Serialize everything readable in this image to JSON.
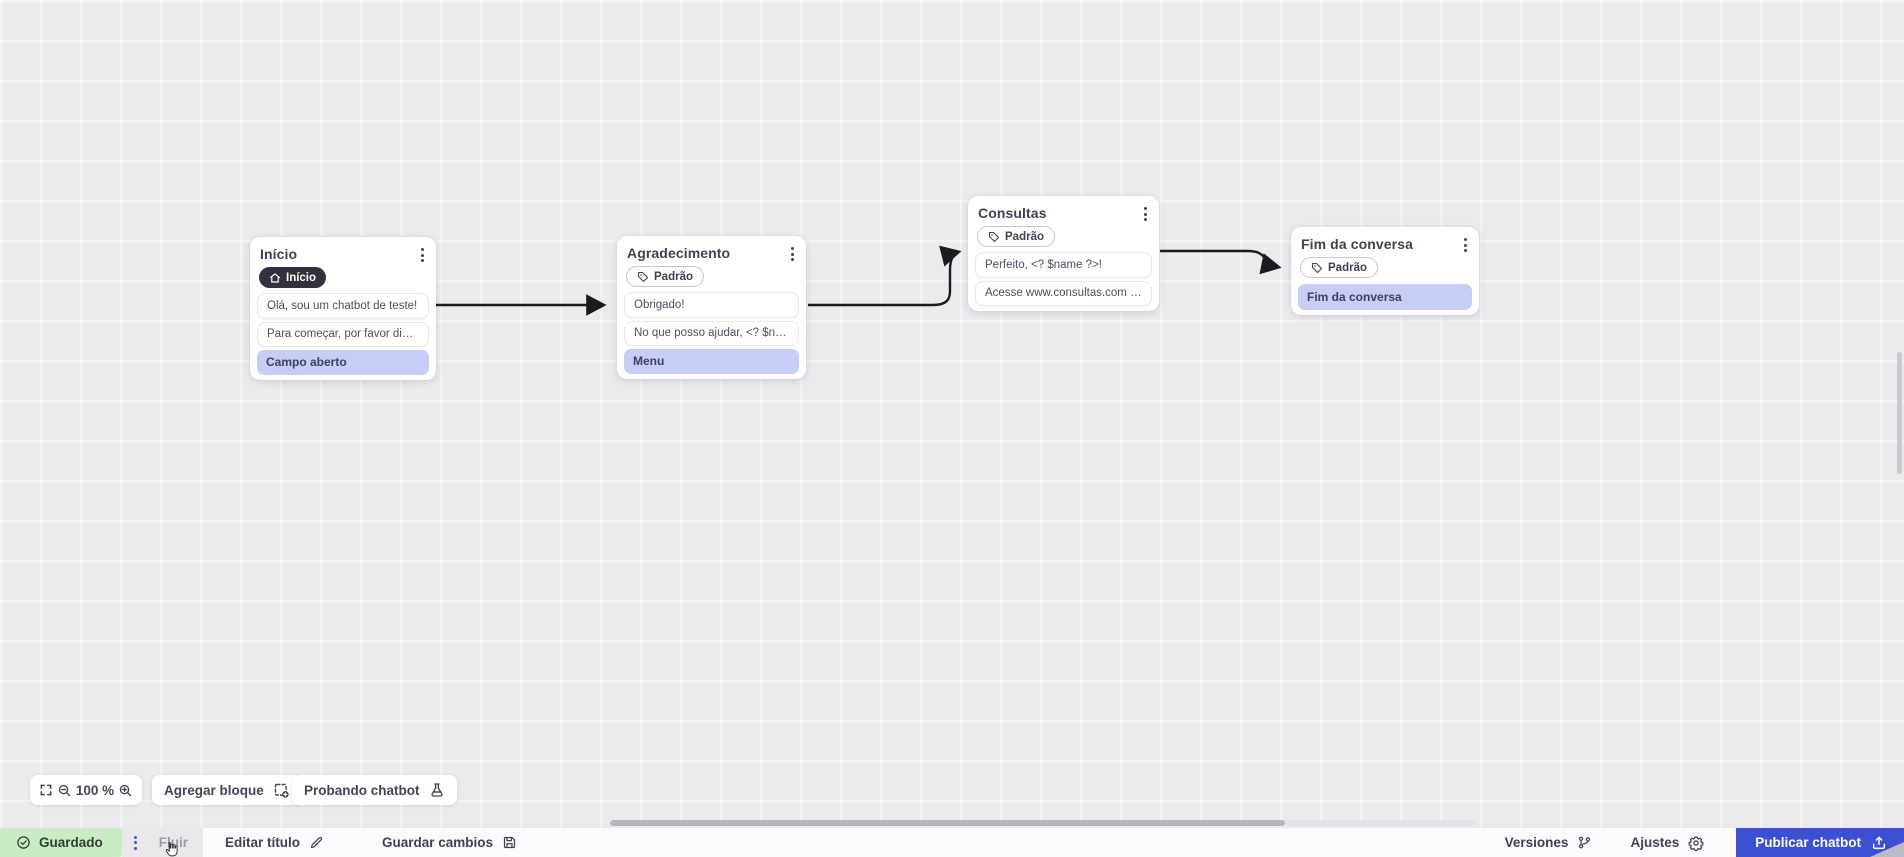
{
  "canvas": {
    "nodes": [
      {
        "title": "Início",
        "badge": {
          "label": "Início",
          "style": "dark",
          "icon": "home-icon"
        },
        "items": [
          {
            "type": "message",
            "text": "Olá, sou um chatbot de teste!"
          },
          {
            "type": "message",
            "text": "Para começar, por favor digite o ..."
          },
          {
            "type": "action",
            "text": "Campo aberto"
          }
        ]
      },
      {
        "title": "Agradecimento",
        "badge": {
          "label": "Padrão",
          "style": "outline",
          "icon": "tag-icon"
        },
        "items": [
          {
            "type": "message",
            "text": "Obrigado!"
          },
          {
            "type": "message",
            "text": "No que posso ajudar, <? $name ..."
          },
          {
            "type": "action",
            "text": "Menu"
          }
        ]
      },
      {
        "title": "Consultas",
        "badge": {
          "label": "Padrão",
          "style": "outline",
          "icon": "tag-icon"
        },
        "items": [
          {
            "type": "message",
            "text": "Perfeito, <? $name ?>!"
          },
          {
            "type": "message",
            "text": "Acesse www.consultas.com par..."
          }
        ]
      },
      {
        "title": "Fim da conversa",
        "badge": {
          "label": "Padrão",
          "style": "outline",
          "icon": "tag-icon"
        },
        "items": [
          {
            "type": "action",
            "text": "Fim da conversa"
          }
        ]
      }
    ]
  },
  "toolbar": {
    "zoom_level": "100 %",
    "add_block_label": "Agregar bloque",
    "test_chatbot_label": "Probando chatbot"
  },
  "statusbar": {
    "saved_label": "Guardado",
    "flow_tab_label": "Fluir",
    "edit_title_label": "Editar título",
    "save_changes_label": "Guardar cambios",
    "versions_label": "Versiones",
    "settings_label": "Ajustes",
    "publish_label": "Publicar chatbot"
  },
  "colors": {
    "accent_blue": "#3c50d4",
    "saved_green_bg": "#c8ecc4",
    "action_purple": "#c7cdf6",
    "badge_dark": "#32323e",
    "canvas_bg": "#ebebee",
    "text_dark": "#3f4254",
    "edge_black": "#1b1b1f"
  }
}
